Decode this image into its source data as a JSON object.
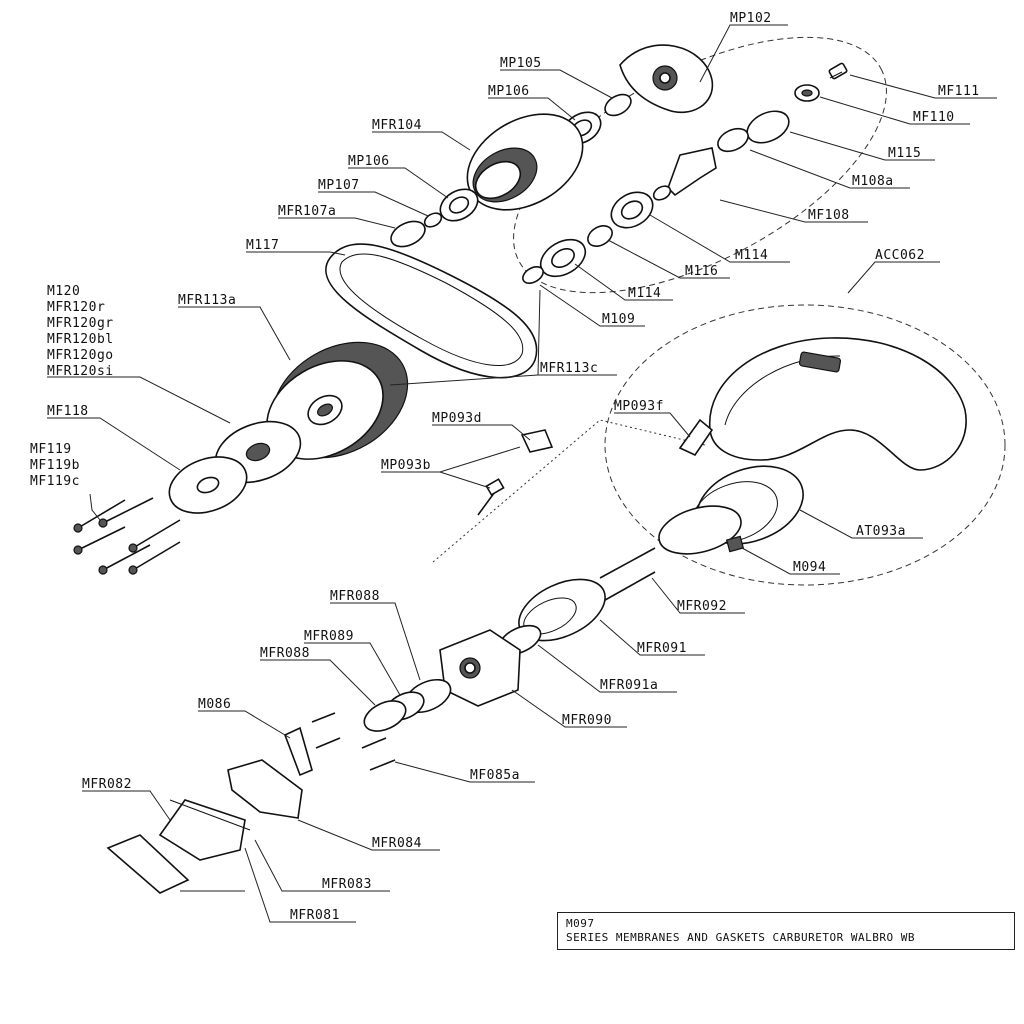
{
  "labels": {
    "MP102": "MP102",
    "MP105": "MP105",
    "MP106a": "MP106",
    "MF111": "MF111",
    "MF110": "MF110",
    "MFR104": "MFR104",
    "M115": "M115",
    "MP106b": "MP106",
    "MP107": "MP107",
    "M108a": "M108a",
    "MFR107a": "MFR107a",
    "MF108": "MF108",
    "M117": "M117",
    "M114a": "M114",
    "ACC062": "ACC062",
    "M116": "M116",
    "M120": "M120",
    "MFR120r": "MFR120r",
    "MFR120gr": "MFR120gr",
    "MFR120bl": "MFR120bl",
    "MFR120go": "MFR120go",
    "MFR120si": "MFR120si",
    "MFR113a": "MFR113a",
    "M114b": "M114",
    "M109": "M109",
    "MFR113c": "MFR113c",
    "MF118": "MF118",
    "MP093f": "MP093f",
    "MP093d": "MP093d",
    "MF119": "MF119",
    "MF119b": "MF119b",
    "MF119c": "MF119c",
    "MP093b": "MP093b",
    "AT093a": "AT093a",
    "M094": "M094",
    "MFR092": "MFR092",
    "MFR088a": "MFR088",
    "MFR089": "MFR089",
    "MFR091": "MFR091",
    "MFR088b": "MFR088",
    "MFR091a": "MFR091a",
    "MFR090": "MFR090",
    "M086": "M086",
    "MF085a": "MF085a",
    "MFR082": "MFR082",
    "MFR084": "MFR084",
    "MFR083": "MFR083",
    "MFR081": "MFR081"
  },
  "note": {
    "code": "M097",
    "text": "SERIES MEMBRANES AND GASKETS CARBURETOR WALBRO WB"
  }
}
